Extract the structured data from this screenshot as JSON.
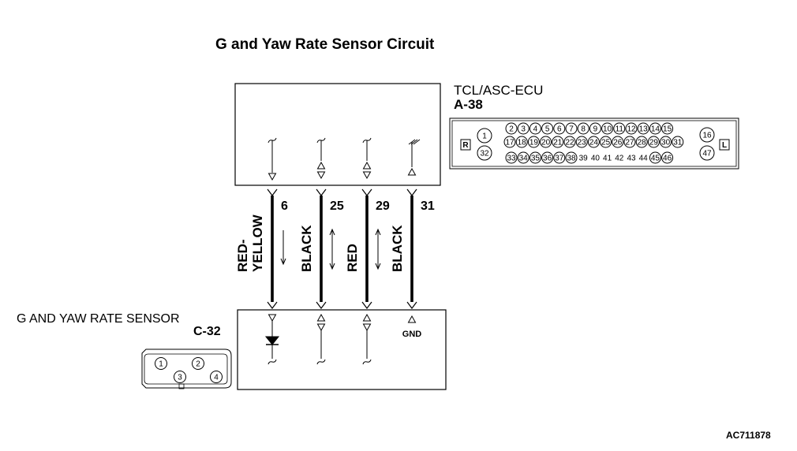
{
  "title": "G and Yaw Rate Sensor Circuit",
  "ecu": {
    "name": "TCL/ASC-ECU",
    "code": "A-38"
  },
  "sensor": {
    "name": "G AND YAW RATE SENSOR",
    "code": "C-32"
  },
  "footer_code": "AC711878",
  "wires": [
    {
      "pin": "6",
      "color_label": [
        "RED-",
        "YELLOW"
      ],
      "direction": "ecu-to-sensor",
      "sensor_end": "diode"
    },
    {
      "pin": "25",
      "color_label": [
        "BLACK"
      ],
      "direction": "bidirectional",
      "sensor_end": "signal"
    },
    {
      "pin": "29",
      "color_label": [
        "RED"
      ],
      "direction": "bidirectional",
      "sensor_end": "signal"
    },
    {
      "pin": "31",
      "color_label": [
        "BLACK"
      ],
      "direction": "none",
      "sensor_end": "ground",
      "ground_label": "GND"
    }
  ],
  "ecu_connector": {
    "side_left": "R",
    "side_right": "L",
    "row1": [
      "2",
      "3",
      "4",
      "5",
      "6",
      "7",
      "8",
      "9",
      "10",
      "11",
      "12",
      "13",
      "14",
      "15"
    ],
    "row2": [
      "17",
      "18",
      "19",
      "20",
      "21",
      "22",
      "23",
      "24",
      "25",
      "26",
      "27",
      "28",
      "29",
      "30",
      "31"
    ],
    "row3": [
      "33",
      "34",
      "35",
      "36",
      "37",
      "38",
      "39",
      "40",
      "41",
      "42",
      "43",
      "44",
      "45",
      "46"
    ],
    "left_cavities": [
      "1",
      "32"
    ],
    "right_cavities": [
      "16",
      "47"
    ]
  },
  "sensor_connector": {
    "cavities": [
      "1",
      "2",
      "3",
      "4"
    ]
  }
}
